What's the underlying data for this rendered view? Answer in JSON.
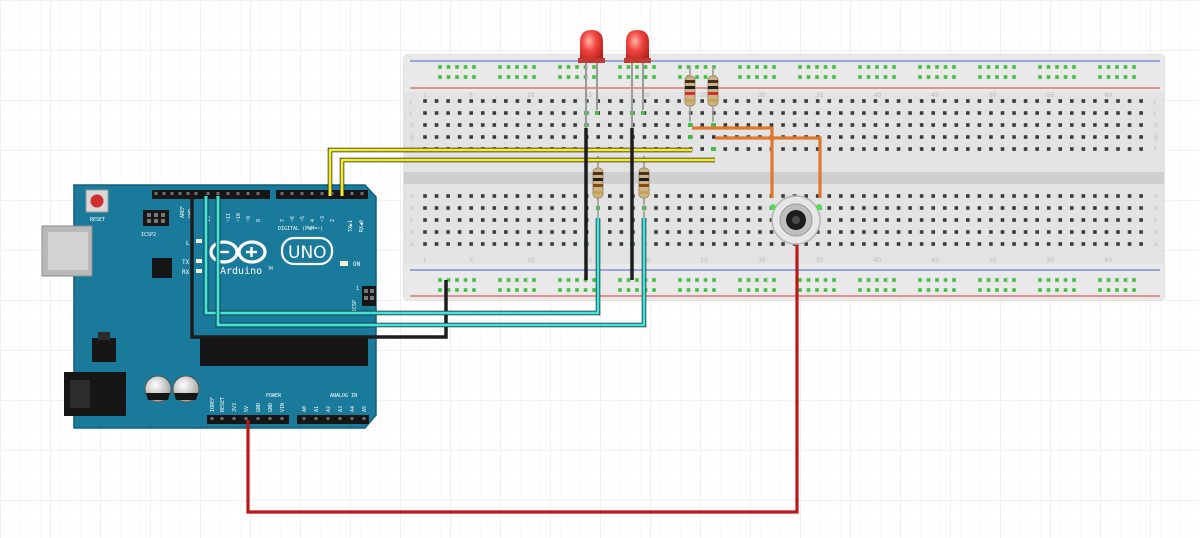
{
  "arduino": {
    "reset_label": "RESET",
    "icsp2_label": "ICSP2",
    "aref_label": "AREF",
    "gnd_label": "GND",
    "l_label": "L",
    "tx_label": "TX",
    "rx_label": "RX",
    "on_label": "ON",
    "digital_label": "DIGITAL (PWM=~)",
    "uno_label": "UNO",
    "brand_label": "Arduino",
    "tm_label": "TM",
    "icsp_label": "ICSP",
    "power_label": "POWER",
    "analog_label": "ANALOG IN",
    "tx_arrow_label": "TX▶1",
    "rx_arrow_label": "RX◀0",
    "digital_pins": [
      "13",
      "12",
      "~11",
      "~10",
      "~9",
      "8",
      "7",
      "~6",
      "~5",
      "4",
      "~3",
      "2"
    ],
    "power_pins": [
      "IOREF",
      "RESET",
      "3V3",
      "5V",
      "GND",
      "GND",
      "VIN"
    ],
    "analog_pins": [
      "A0",
      "A1",
      "A2",
      "A3",
      "A4",
      "A5"
    ],
    "icsp_one_label": "1"
  },
  "breadboard": {
    "row_letters_top": [
      "j",
      "i",
      "h",
      "g",
      "f"
    ],
    "row_letters_bottom": [
      "e",
      "d",
      "c",
      "b",
      "a"
    ],
    "column_numbers": [
      "1",
      "5",
      "10",
      "15",
      "20",
      "25",
      "30",
      "35",
      "40",
      "45",
      "50",
      "55",
      "60"
    ]
  },
  "colors": {
    "arduino_board": "#1a7a9c",
    "breadboard": "#e6e6e6",
    "wire_yellow": "#f3ec2e",
    "wire_black": "#1d1d1d",
    "wire_cyan": "#3fe6dd",
    "wire_orange": "#e0782a",
    "wire_red": "#b81a1a",
    "led_red": "#f0453e"
  }
}
